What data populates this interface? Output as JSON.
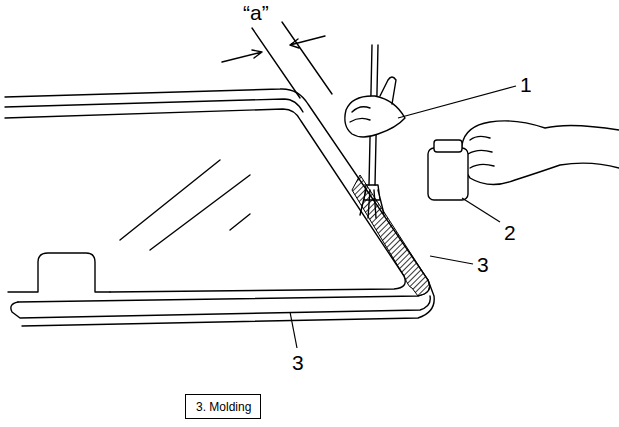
{
  "diagram": {
    "nodes": [
      {
        "text": [
          "3. Molding"
        ]
      }
    ],
    "labels": [
      "“a”",
      "1",
      "2",
      "3",
      "3"
    ]
  }
}
